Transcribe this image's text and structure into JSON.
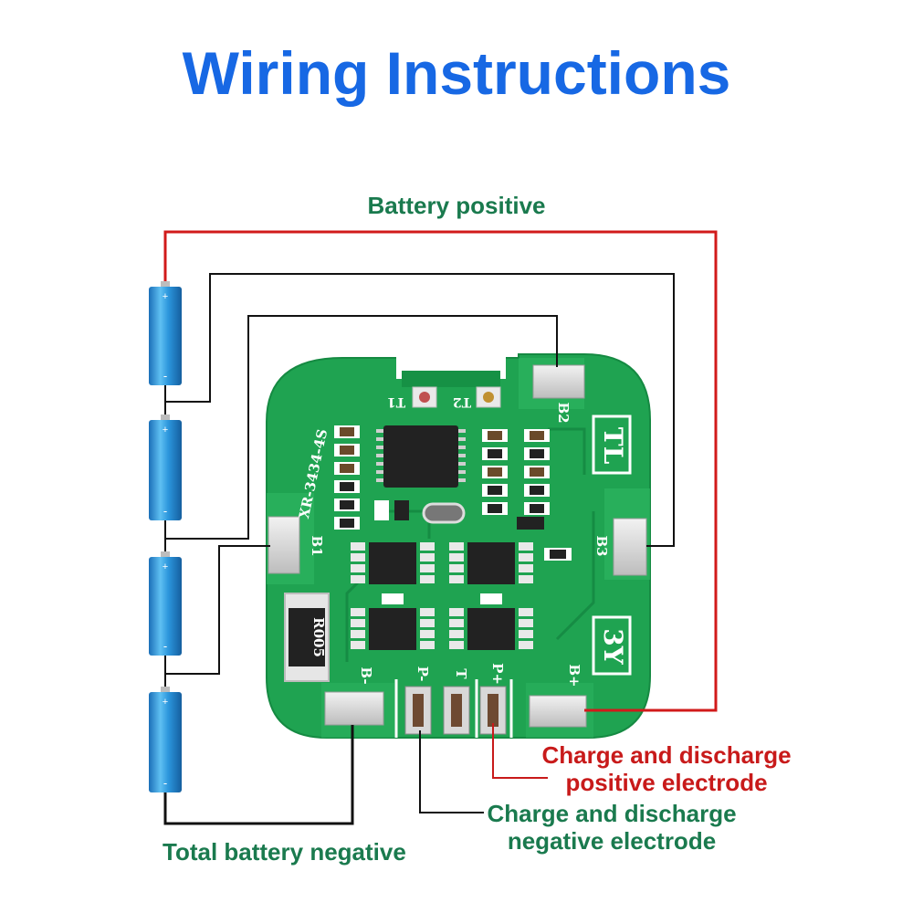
{
  "title": "Wiring Instructions",
  "labels": {
    "battery_positive": "Battery positive",
    "charge_positive_line1": "Charge and discharge",
    "charge_positive_line2": "positive electrode",
    "charge_negative_line1": "Charge and discharge",
    "charge_negative_line2": "negative electrode",
    "total_negative": "Total battery negative"
  },
  "board": {
    "part_number": "XR-3434-4S",
    "resistor_marking": "R005",
    "pads": {
      "b1": "B1",
      "b2": "B2",
      "b3": "B3",
      "b_minus": "B-",
      "b_plus": "B+",
      "p_minus": "P-",
      "t": "T",
      "p_plus": "P+"
    },
    "markers": {
      "t1": "T1",
      "t2": "T2",
      "tl": "TL",
      "sy": "3Y"
    }
  },
  "colors": {
    "title": "#1768e4",
    "positive_wire": "#d11a1a",
    "label_green": "#1a7a4e",
    "label_red": "#c81a1a",
    "pcb": "#1fa351",
    "battery": "#2b8fd6"
  }
}
